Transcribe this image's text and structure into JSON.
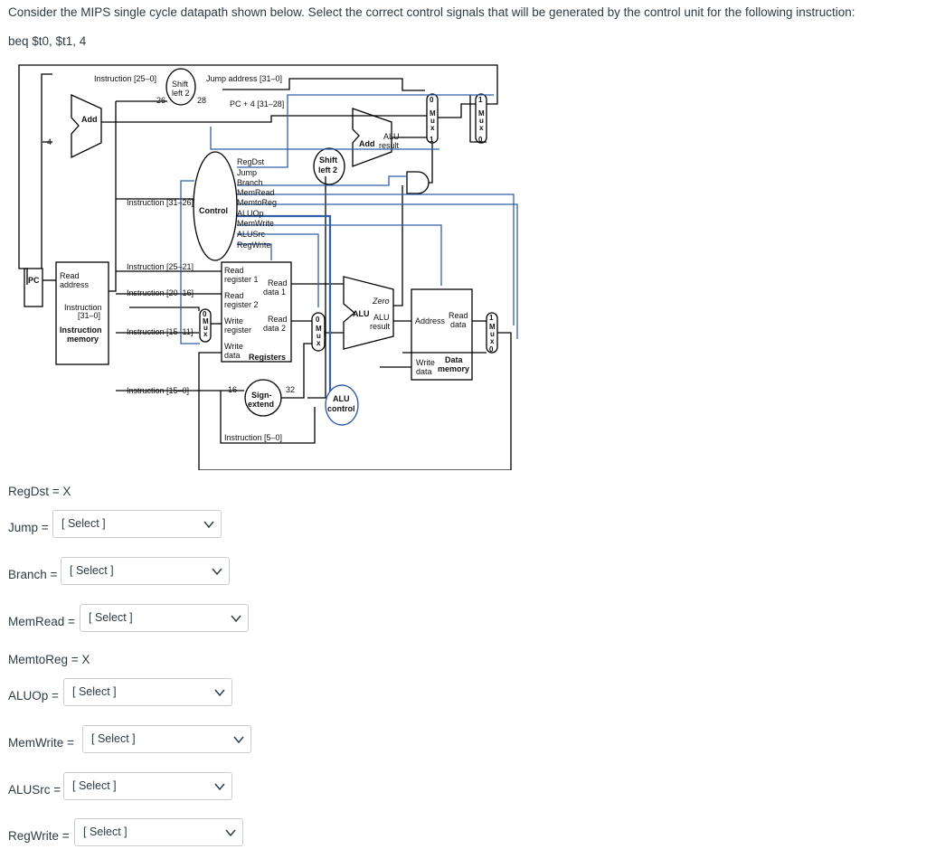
{
  "question": {
    "prompt": "Consider the MIPS single cycle datapath shown below. Select the correct control signals that will be generated by the control unit for the following instruction:",
    "instruction": "beq $t0, $t1, 4"
  },
  "diagram": {
    "instr_25_0": "Instruction [25–0]",
    "jump_address": "Jump address [31–0]",
    "shift_left_2a": "Shift",
    "shift_left_2b": "left 2",
    "n26": "26",
    "n28": "28",
    "pc4": "PC + 4 [31–28]",
    "add": "Add",
    "four": "4",
    "alu_add": "Add",
    "alu_result_a": "ALU",
    "alu_result_b": "result",
    "control": "Control",
    "sig_regdst": "RegDst",
    "sig_jump": "Jump",
    "sig_branch": "Branch",
    "sig_memread": "MemRead",
    "sig_memtoreg": "MemtoReg",
    "sig_aluop": "ALUOp",
    "sig_memwrite": "MemWrite",
    "sig_alusrc": "ALUSrc",
    "sig_regwrite": "RegWrite",
    "instr_31_26": "Instruction [31–26]",
    "instr_25_21": "Instruction [25–21]",
    "instr_20_16": "Instruction [20–16]",
    "instr_15_11": "Instruction [15–11]",
    "instr_15_0": "Instruction [15–0]",
    "instr_5_0": "Instruction [5–0]",
    "instr_31_0a": "Instruction",
    "instr_31_0b": "[31–0]",
    "pc": "PC",
    "read_address_a": "Read",
    "read_address_b": "address",
    "imem_a": "Instruction",
    "imem_b": "memory",
    "rr1_a": "Read",
    "rr1_b": "register 1",
    "rr2_a": "Read",
    "rr2_b": "register 2",
    "wr_a": "Write",
    "wr_b": "register",
    "wd_a": "Write",
    "wd_b": "data",
    "registers": "Registers",
    "rd1_a": "Read",
    "rd1_b": "data 1",
    "rd2_a": "Read",
    "rd2_b": "data 2",
    "n16": "16",
    "n32": "32",
    "sign_a": "Sign-",
    "sign_b": "extend",
    "shift2_a": "Shift",
    "shift2_b": "left 2",
    "zero": "Zero",
    "alu": "ALU",
    "alu_res_a": "ALU",
    "alu_res_b": "result",
    "alu_ctrl_a": "ALU",
    "alu_ctrl_b": "control",
    "address": "Address",
    "read_data_a": "Read",
    "read_data_b": "data",
    "write_data_a": "Write",
    "write_data_b": "data",
    "data_mem_a": "Data",
    "data_mem_b": "memory",
    "m": "M",
    "u": "u",
    "x": "x",
    "zero_digit": "0",
    "one_digit": "1"
  },
  "controls": [
    {
      "label": "RegDst = X",
      "has_select": false
    },
    {
      "label": "Jump =",
      "has_select": true,
      "value": "[ Select ]"
    },
    {
      "label": "Branch =",
      "has_select": true,
      "value": "[ Select ]"
    },
    {
      "label": "MemRead =",
      "has_select": true,
      "value": "[ Select ]"
    },
    {
      "label": "MemtoReg = X",
      "has_select": false
    },
    {
      "label": "ALUOp =",
      "has_select": true,
      "value": "[ Select ]"
    },
    {
      "label": "MemWrite =",
      "has_select": true,
      "value": "[ Select ]"
    },
    {
      "label": "ALUSrc =",
      "has_select": true,
      "value": "[ Select ]"
    },
    {
      "label": "RegWrite =",
      "has_select": true,
      "value": "[ Select ]"
    }
  ],
  "colors": {
    "control_line": "#2f5fa8",
    "text": "#2d3b45",
    "border": "#c7cdd1"
  },
  "icons": {
    "dropdown": "chevron-down-icon"
  }
}
